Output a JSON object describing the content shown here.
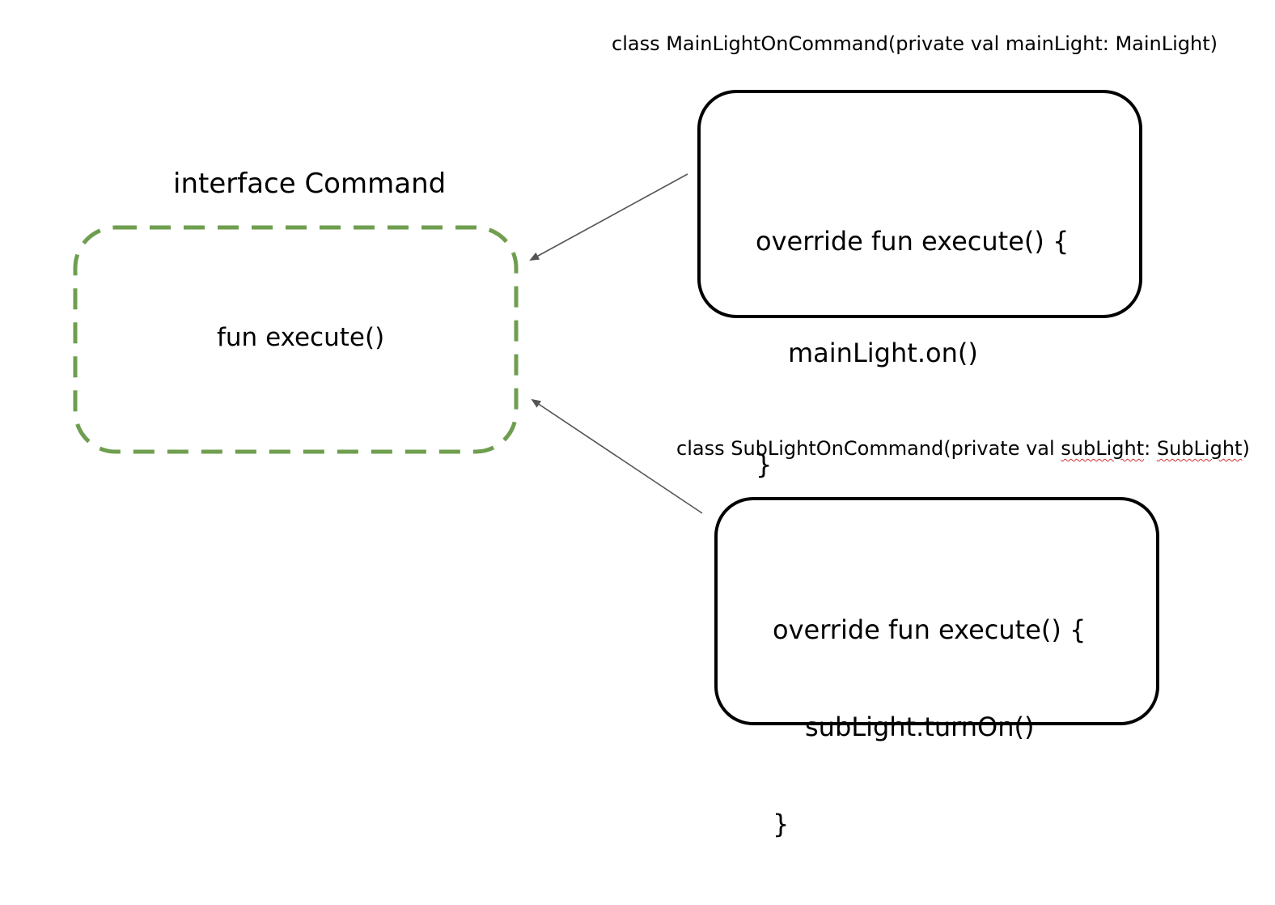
{
  "interface": {
    "title": "interface Command",
    "method": "fun execute()",
    "border_color": "#6e9e4e"
  },
  "main_command": {
    "class_signature": "class MainLightOnCommand(private val mainLight: MainLight)",
    "code_lines": [
      "override fun execute() {",
      "mainLight.on()",
      "}"
    ]
  },
  "sub_command": {
    "class_signature_prefix": "class SubLightOnCommand(private val ",
    "class_signature_param": "subLight",
    "class_signature_colon": ": ",
    "class_signature_type": "SubLight",
    "class_signature_suffix": ")",
    "code_lines": [
      "override fun execute() {",
      "subLight.turnOn()",
      "}"
    ]
  },
  "arrows": {
    "color": "#555555"
  }
}
